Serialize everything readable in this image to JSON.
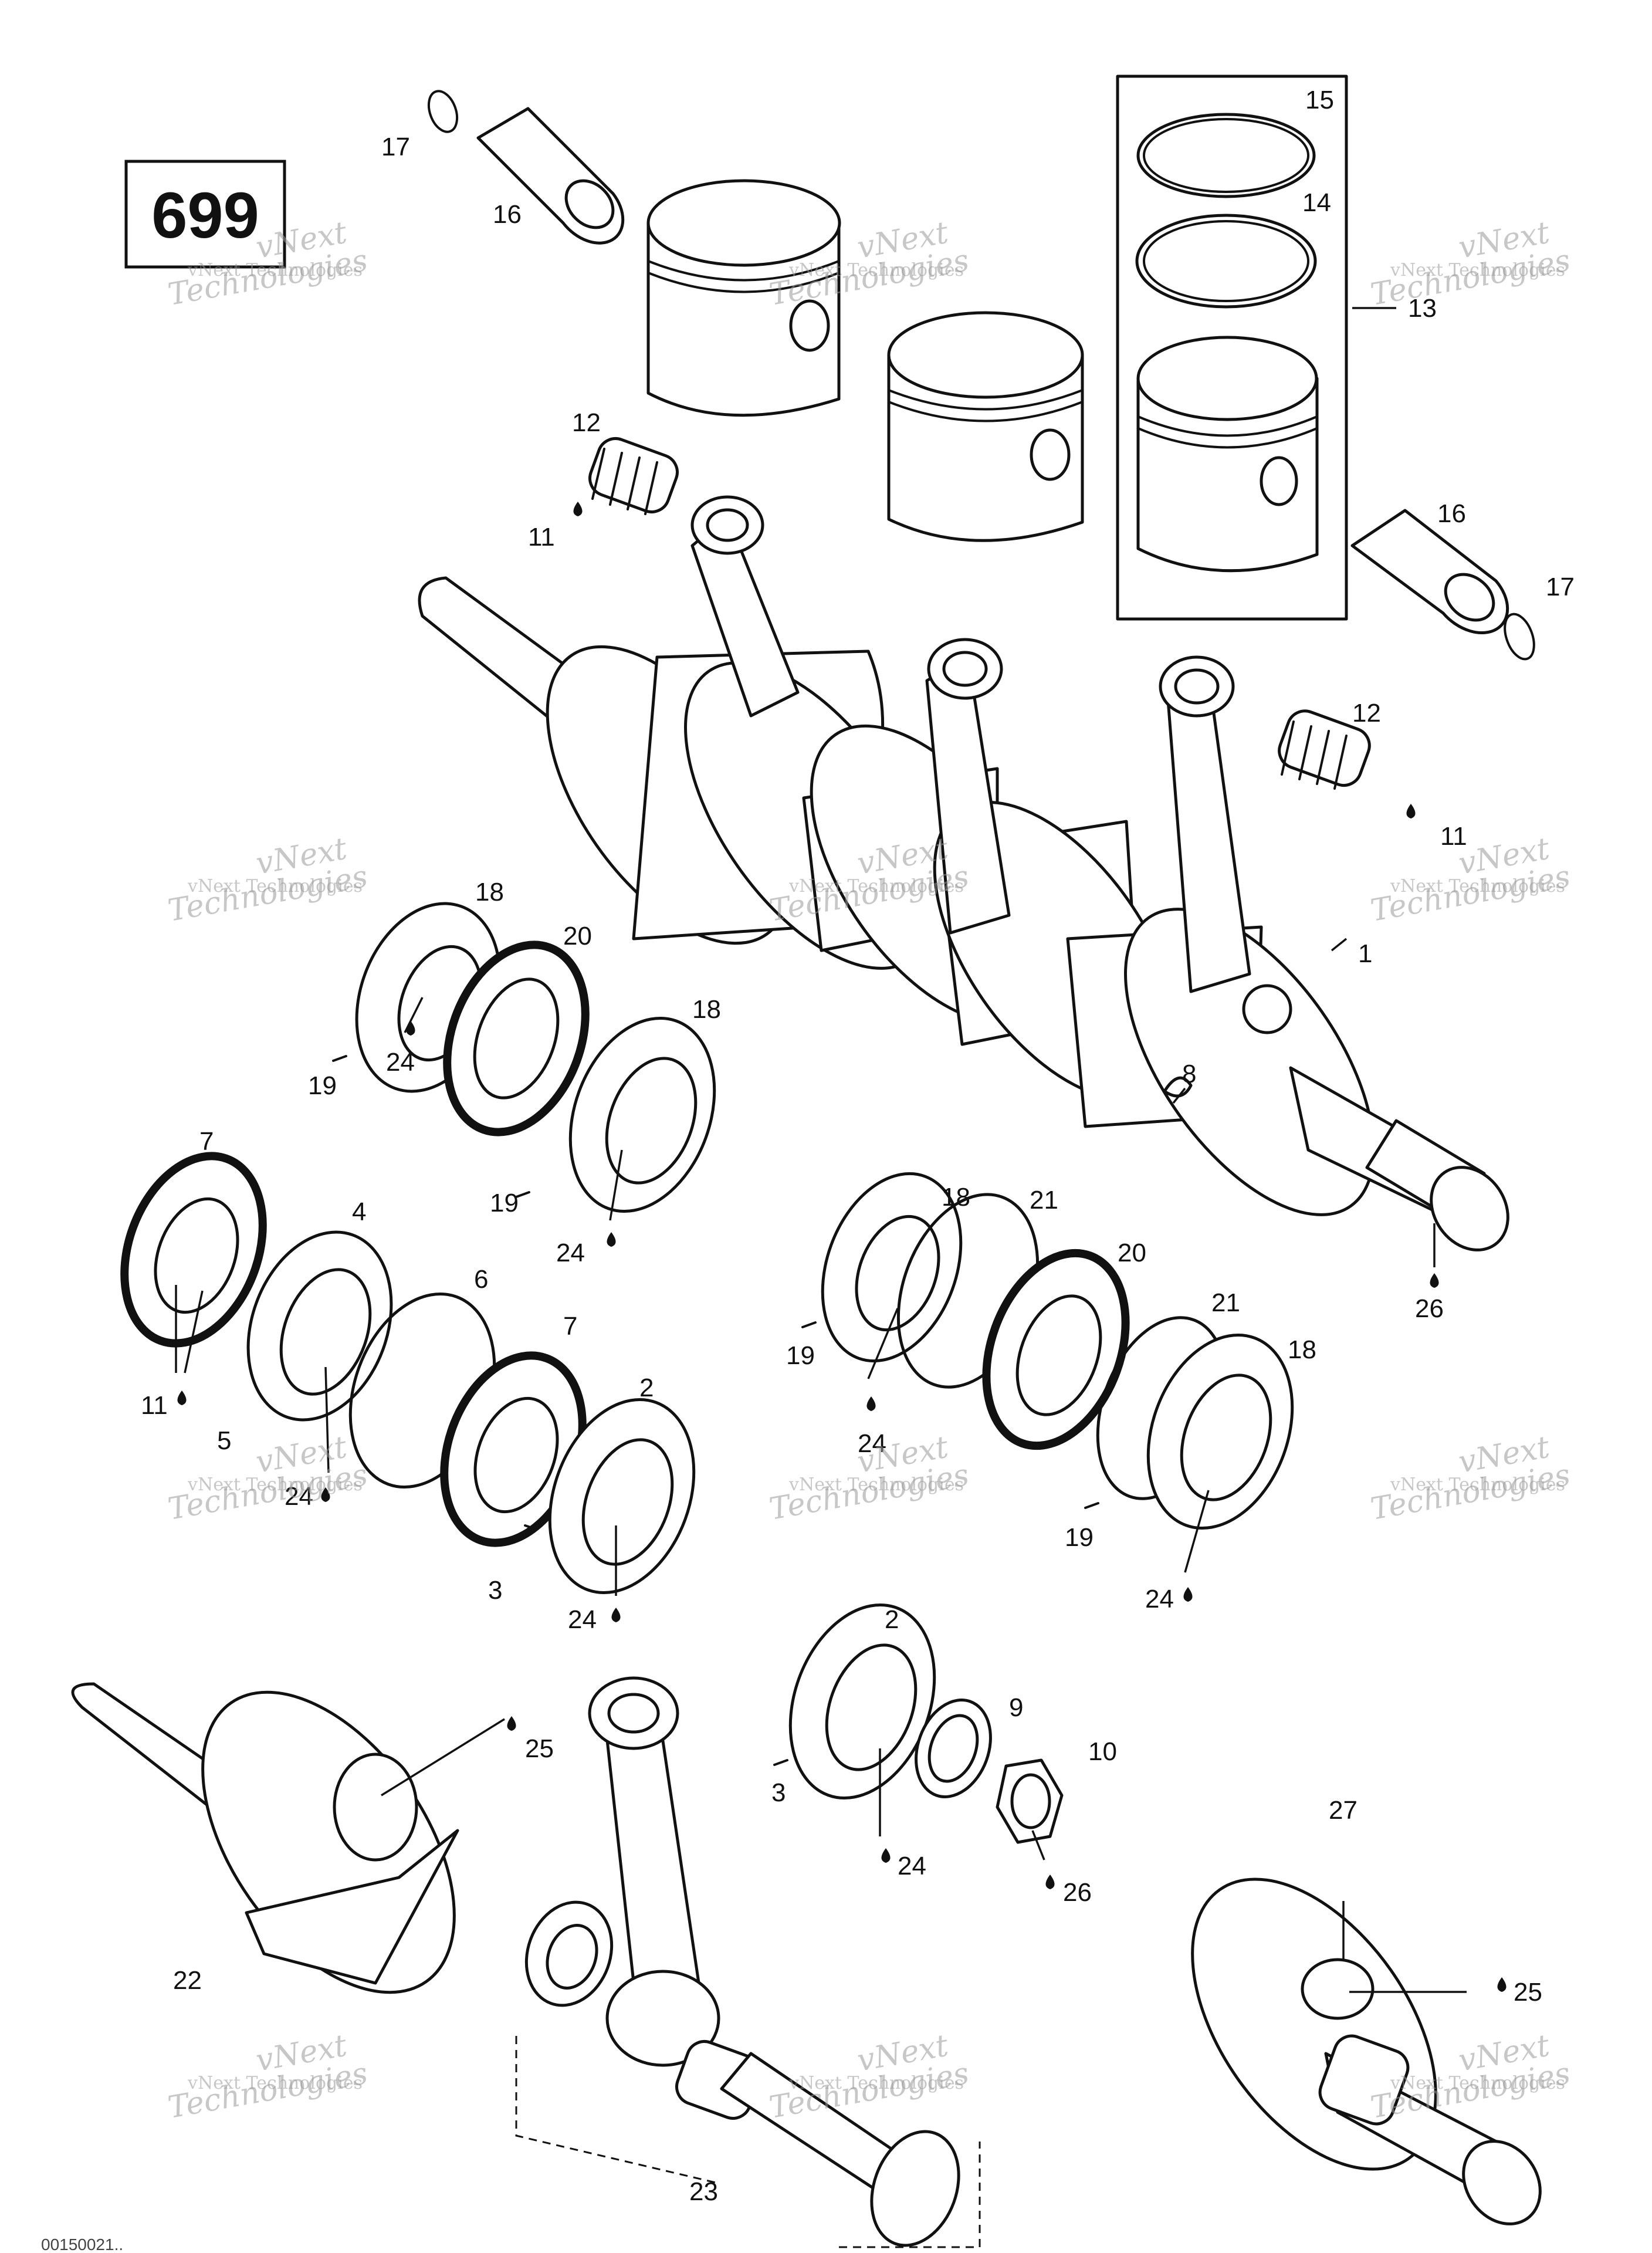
{
  "diagram_code": "699",
  "watermark": {
    "line1": "vNext",
    "line2": "vNext Technologies",
    "line3": "Technologies"
  },
  "callouts": [
    "1",
    "2",
    "2",
    "3",
    "3",
    "4",
    "5",
    "6",
    "7",
    "7",
    "8",
    "9",
    "10",
    "11",
    "11",
    "11",
    "12",
    "12",
    "13",
    "14",
    "15",
    "16",
    "16",
    "17",
    "17",
    "18",
    "18",
    "18",
    "18",
    "19",
    "19",
    "19",
    "19",
    "20",
    "20",
    "21",
    "21",
    "22",
    "23",
    "24",
    "24",
    "24",
    "24",
    "24",
    "24",
    "24",
    "25",
    "25",
    "26",
    "26",
    "27"
  ],
  "footer_code": "00150021..",
  "icons": {
    "lubricant_drop": "oil-drop-icon"
  }
}
